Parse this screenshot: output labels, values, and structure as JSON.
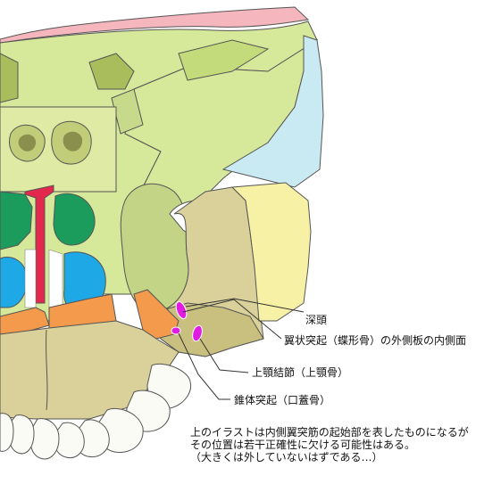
{
  "labels": {
    "deep_head": "深頭",
    "lateral_plate": "翼状突起（蝶形骨）の外側板の内側面",
    "maxillary_tuberosity": "上顎結節（上顎骨）",
    "pyramidal_process": "錐体突起（口蓋骨）"
  },
  "note": {
    "line1": "上のイラストは内側翼突筋の起始部を表したものになるが",
    "line2": "その位置は若干正確性に欠ける可能性はある。",
    "line3": "（大きくは外していないはずである…）"
  },
  "colors": {
    "bone_green": "#d6e89a",
    "bone_dark": "#a9bd5c",
    "maxilla_tan": "#d9d199",
    "maxilla_dark": "#b8ad6c",
    "palatine_orange": "#f39a4c",
    "nasal_cyan": "#1fa8e6",
    "concha_green": "#1c9c5c",
    "septum_red": "#e2284c",
    "pink_bone": "#f5b7bd",
    "light_blue": "#c9eaf2",
    "yellow_area": "#f7f1a6",
    "origin_marker": "#e11be1",
    "tooth_white": "#fbfbf6"
  }
}
